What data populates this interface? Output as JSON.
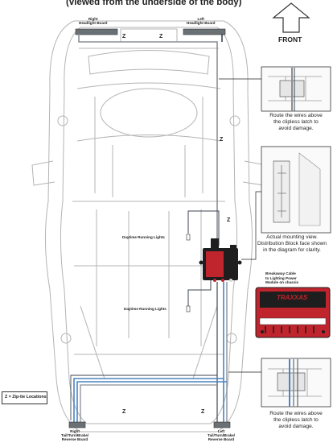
{
  "header": {
    "title": "(viewed from the underside of the body)"
  },
  "front_label": "FRONT",
  "labels": {
    "right_headlight": "Right\nHeadlight Board",
    "left_headlight": "Left\nHeadlight Board",
    "daytime_top": "Daytime Running Lights",
    "daytime_bottom": "Daytime Running Lights",
    "right_tail": "Right\nTail/Turn/Brake/\nReverse Board",
    "left_tail": "Left\nTail/Turn/Brake/\nReverse Board"
  },
  "notes": {
    "route_top": "Route the wires above\nthe clipless latch to\navoid damage.",
    "mounting": "Actual mounting view.\nDistribution Block face shown\nin the diagram for clarity.",
    "breakaway": "Breakaway Cable\nto Lighting Power\nModule on chassis",
    "route_bottom": "Route the wires above\nthe clipless latch to\navoid damage."
  },
  "zip_marker": "Z",
  "legend": {
    "text": "Z = Zip-tie Locations"
  },
  "module_brand": "TRAXXAS",
  "colors": {
    "wire_gray": "#8a8f94",
    "wire_blue": "#4a84c4",
    "wire_dark": "#3c4650",
    "module_red": "#c0242c",
    "module_black": "#1e1e1e",
    "body_line": "#b4b4b4"
  }
}
